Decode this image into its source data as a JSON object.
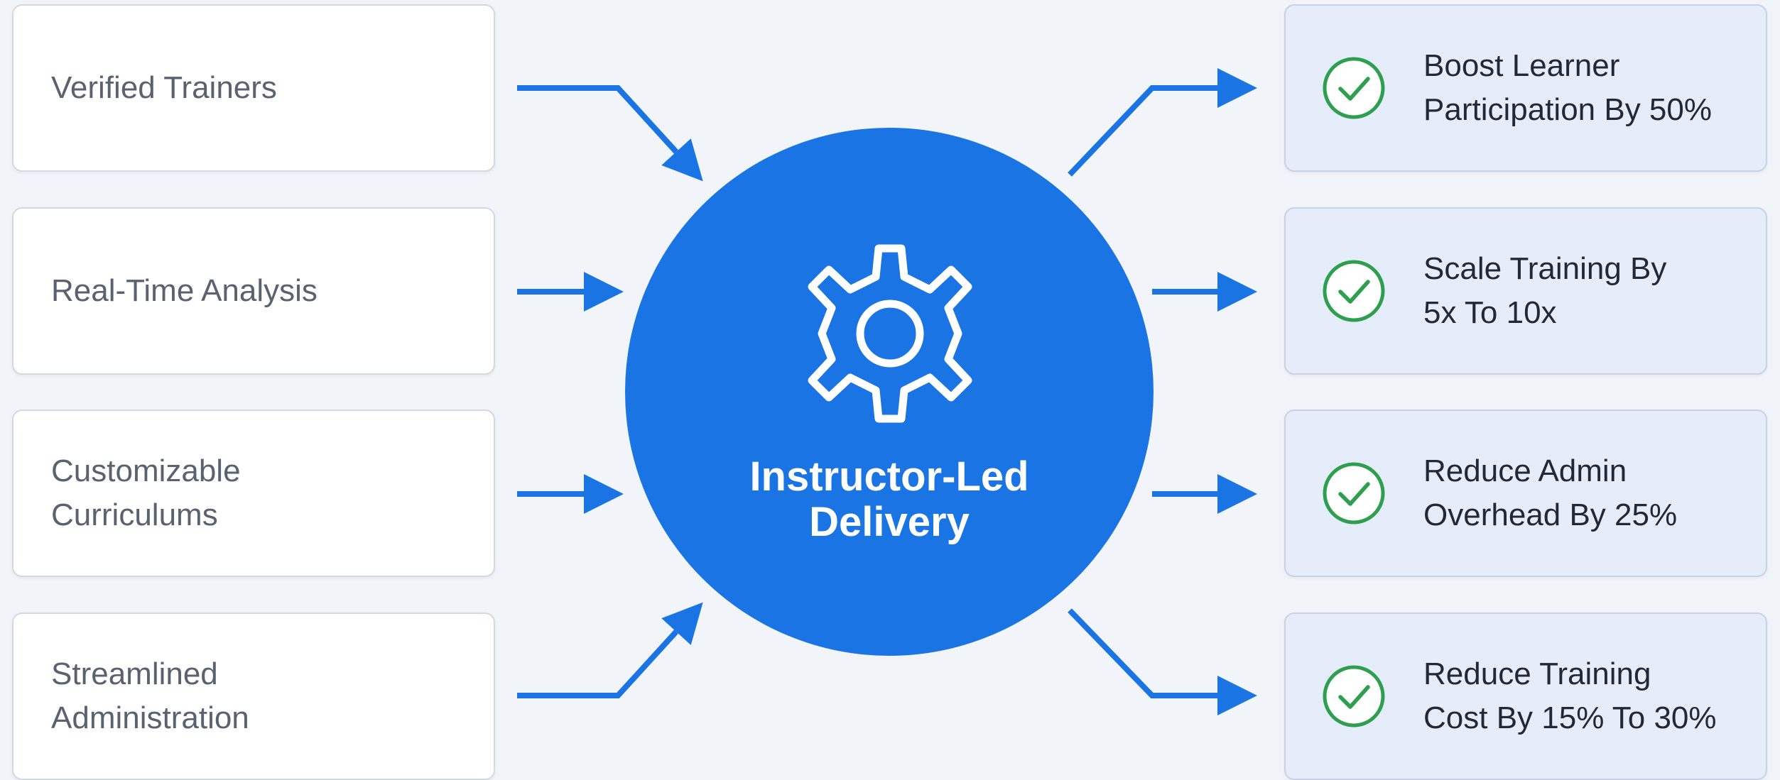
{
  "inputs": [
    {
      "label": "Verified Trainers"
    },
    {
      "label": "Real-Time Analysis"
    },
    {
      "label": "Customizable\nCurriculums"
    },
    {
      "label": "Streamlined\nAdministration"
    }
  ],
  "hub": {
    "label": "Instructor-Led\nDelivery",
    "icon": "gear-icon"
  },
  "outcomes": [
    {
      "label": "Boost Learner\nParticipation By 50%",
      "icon": "check-circle-icon"
    },
    {
      "label": "Scale Training By\n5x To 10x",
      "icon": "check-circle-icon"
    },
    {
      "label": "Reduce Admin\nOverhead By 25%",
      "icon": "check-circle-icon"
    },
    {
      "label": "Reduce Training\nCost By 15% To 30%",
      "icon": "check-circle-icon"
    }
  ],
  "colors": {
    "hub": "#1b74e4",
    "arrow": "#1b74e4",
    "check": "#2e9e4f",
    "outcome_card": "#e5edfb",
    "input_card": "#ffffff",
    "background": "#f1f5f9"
  }
}
